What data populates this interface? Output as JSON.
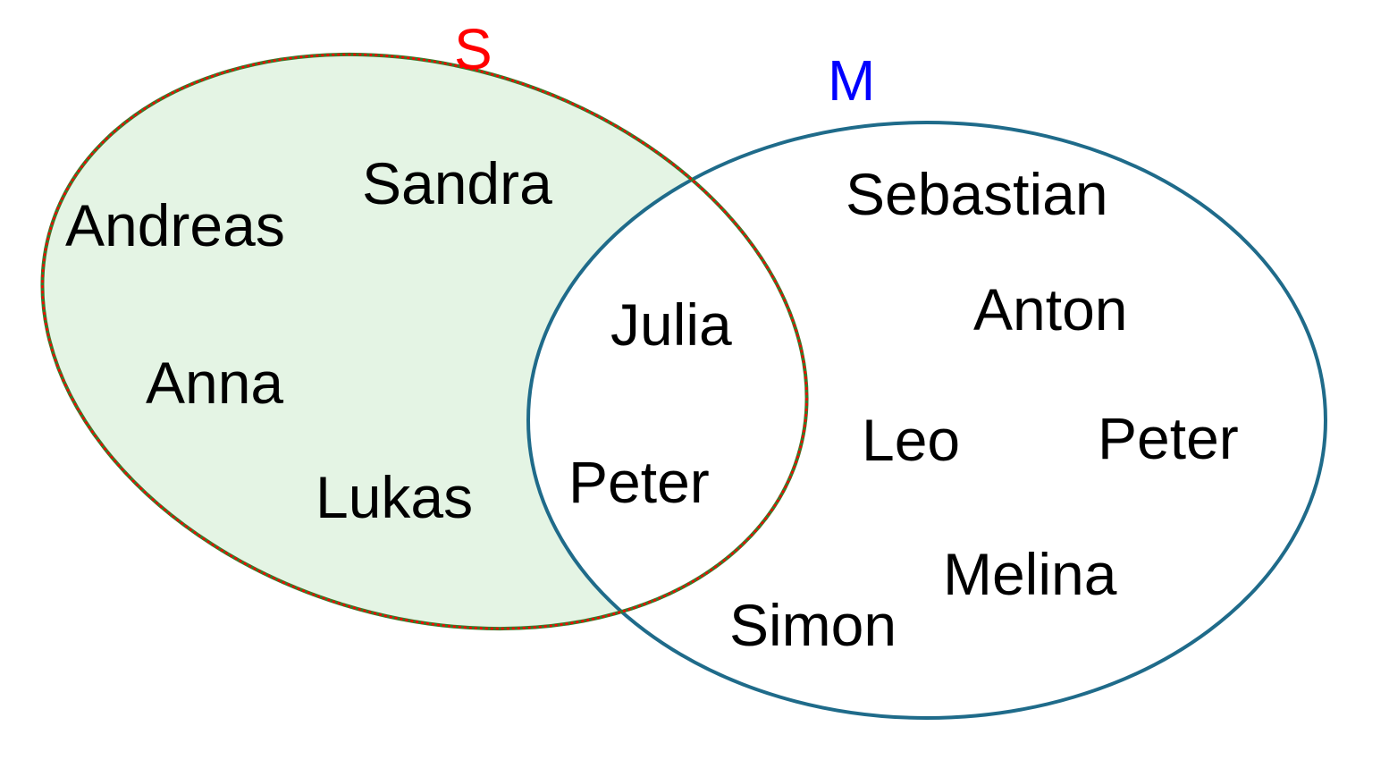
{
  "colors": {
    "set_s_label": "#ff0000",
    "set_s_fill": "#e4f4e4",
    "set_s_outline_a": "#ff0000",
    "set_s_outline_b": "#3a7a2a",
    "set_m_label": "#0000ff",
    "set_m_outline": "#1f6b8a",
    "text": "#000000"
  },
  "sets": {
    "s": {
      "label": "S",
      "only": [
        "Andreas",
        "Sandra",
        "Anna",
        "Lukas"
      ]
    },
    "m": {
      "label": "M",
      "only": [
        "Sebastian",
        "Anton",
        "Leo",
        "Peter",
        "Melina",
        "Simon"
      ]
    },
    "intersection": [
      "Julia",
      "Peter"
    ]
  }
}
